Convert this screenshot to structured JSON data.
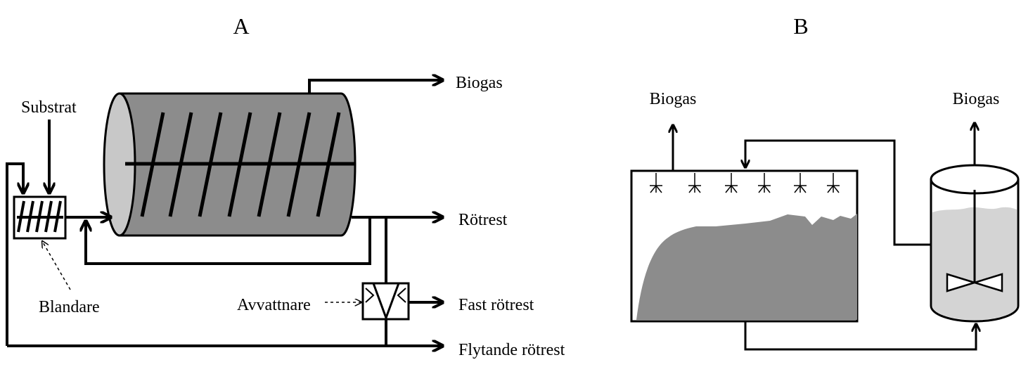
{
  "panel_a": {
    "title": "A",
    "labels": {
      "biogas": "Biogas",
      "substrat": "Substrat",
      "rotrest": "Rötrest",
      "blandare": "Blandare",
      "avvattnare": "Avvattnare",
      "fast_rotrest": "Fast rötrest",
      "flytande_rotrest": "Flytande rötrest"
    }
  },
  "panel_b": {
    "title": "B",
    "labels": {
      "biogas_left": "Biogas",
      "biogas_right": "Biogas"
    }
  },
  "colors": {
    "drum_body": "#8c8c8c",
    "drum_cap": "#c8c8c8",
    "solid_pile": "#8c8c8c",
    "liquid": "#d4d4d4",
    "line": "#000000"
  }
}
